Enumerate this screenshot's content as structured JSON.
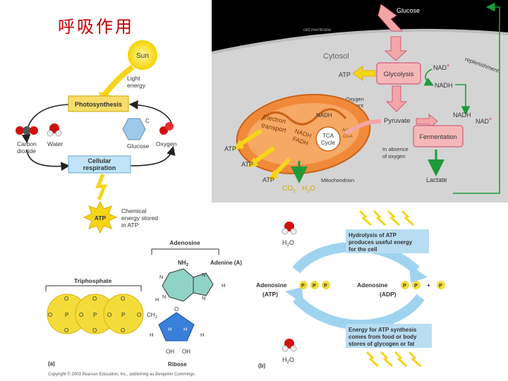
{
  "title": "呼吸作用",
  "panel_a": {
    "sun": "Sun",
    "light_line1": "Light",
    "light_line2": "energy",
    "photosynthesis": "Photosynthesis",
    "c_label": "C",
    "carbon_line1": "Carbon",
    "carbon_line2": "dioxide",
    "water": "Water",
    "glucose": "Glucose",
    "oxygen": "Oxygen",
    "cr_line1": "Cellular",
    "cr_line2": "respiration",
    "atp": "ATP",
    "chem_line1": "Chemical",
    "chem_line2": "energy stored",
    "chem_line3": "in ATP"
  },
  "panel_b": {
    "glucose": "Glucose",
    "membrane": "cell membrane",
    "cytosol": "Cytosol",
    "atp1": "ATP",
    "glycolysis": "Glycolysis",
    "nad_plus1": "NAD",
    "plus": "+",
    "nadh1": "NADH",
    "replenishment": "replenishment",
    "oxygen_line1": "Oxygen",
    "oxygen_line2": "present",
    "pyruvate": "Pyruvate",
    "nadh2": "NADH",
    "nad_plus2": "NAD",
    "nadh3": "NADH",
    "etc_line1": "Electron",
    "etc_line2": "transport",
    "nadh_fadh_1": "NADH",
    "nadh_fadh_2": "FADH",
    "acetyl_line1": "Acetyl",
    "acetyl_line2": "Co-A",
    "tca_line1": "TCA",
    "tca_line2": "Cycle",
    "fermentation": "Fermentation",
    "absence_line1": "In absence",
    "absence_line2": "of oxygen",
    "atp2": "ATP",
    "atp3": "ATP",
    "atp4": "ATP",
    "co2": "CO",
    "h2o": "H",
    "mitochondrion": "Mitochondrion",
    "lactate": "Lactate"
  },
  "panel_c": {
    "adenosine": "Adenosine",
    "nh2": "NH",
    "adenine": "Adenine (A)",
    "triphosphate": "Triphosphate",
    "atom_o": "O",
    "atom_p": "P",
    "atom_n": "N",
    "atom_h": "H",
    "atom_c": "C",
    "ch2": "CH",
    "oh": "OH",
    "ribose": "Ribose",
    "label_a": "(a)",
    "copyright": "Copyright © 2003 Pearson Education, Inc., publishing as Benjamin Cummings."
  },
  "panel_d": {
    "h2o_top": "H",
    "hydro_line1": "Hydrolysis of ATP",
    "hydro_line2": "produces useful energy",
    "hydro_line3": "for the cell",
    "adenosine": "Adenosine",
    "p": "P",
    "atp_paren": "(ATP)",
    "adp_paren": "(ADP)",
    "plus": "+",
    "synth_line1": "Energy for ATP synthesis",
    "synth_line2": "comes from food or body",
    "synth_line3": "stores of glycogen or fat",
    "h2o_bottom": "H",
    "label_b": "(b)"
  },
  "colors": {
    "title": "#c00000",
    "cytosol": "#d4d4d4",
    "mito": "#f08a3a",
    "box_pink": "#f5b8b8",
    "arrow_pink": "#f2a6a6",
    "arrow_yellow": "#f5d51a",
    "arrow_green": "#1f9a3a",
    "blue_box": "#9fd3ef",
    "phosphate": "#f3dc3a"
  }
}
